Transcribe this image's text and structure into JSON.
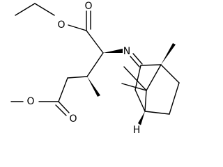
{
  "molecule": {
    "atom_labels": {
      "ester_oxygen_top": "O",
      "carbonyl_oxygen_top": "O",
      "imine_nitrogen": "N",
      "ester_oxygen_bottom": "O",
      "carbonyl_oxygen_bottom": "O",
      "bridgehead_hydrogen": "H"
    },
    "colors": {
      "bond": "#000000",
      "background": "#ffffff"
    }
  }
}
